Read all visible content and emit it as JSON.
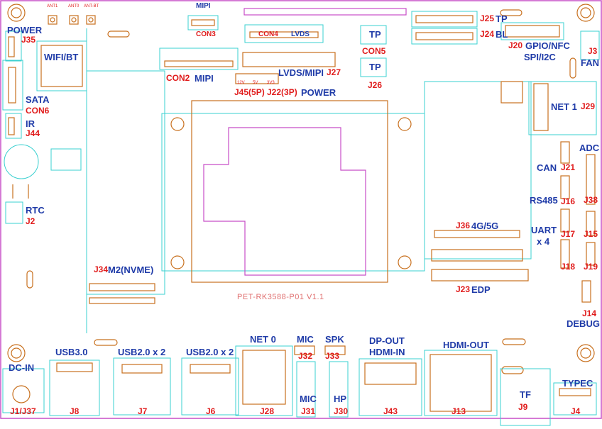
{
  "title": "PET-RK3588-P01 V1.1",
  "colors": {
    "label_blue": "#1f3ba8",
    "label_red": "#e01c1c",
    "outline": "#3ad0d0",
    "pad": "#c8701e",
    "board_edge": "#c74ec7"
  },
  "labels": {
    "ant1": "ANT1",
    "ant0": "ANT0",
    "antbt": "ANT-BT",
    "power_top": "POWER",
    "j35": "J35",
    "wifi": "WIFI/BT",
    "sata": "SATA",
    "con6": "CON6",
    "ir": "IR",
    "j44": "J44",
    "rtc": "RTC",
    "j2": "J2",
    "mipi_top": "MIPI",
    "con3": "CON3",
    "con4": "CON4",
    "lvds": "LVDS",
    "con2": "CON2",
    "mipi2": "MIPI",
    "lvds_mipi": "LVDS/MIPI",
    "j27": "J27",
    "v12": "12V",
    "v5": "5V",
    "v33": "3V3",
    "j45": "J45(5P)",
    "j22": "J22(3P)",
    "power_mid": "POWER",
    "tp1": "TP",
    "con5": "CON5",
    "tp2": "TP",
    "j26": "J26",
    "j25": "J25",
    "tp3": "TP",
    "j24": "J24",
    "bl": "BL",
    "j20": "J20",
    "gpio": "GPIO/NFC",
    "spi": "SPI/I2C",
    "j3": "J3",
    "fan": "FAN",
    "net1": "NET 1",
    "j29": "J29",
    "adc": "ADC",
    "can": "CAN",
    "j21": "J21",
    "rs485": "RS485",
    "j16": "J16",
    "j38": "J38",
    "uart": "UART",
    "x4": "x 4",
    "j17": "J17",
    "j15": "J15",
    "j18": "J18",
    "j19": "J19",
    "j14": "J14",
    "debug": "DEBUG",
    "j36": "J36",
    "g45": "4G/5G",
    "j23": "J23",
    "edp": "EDP",
    "j34": "J34",
    "m2": "M2(NVME)",
    "dcin": "DC-IN",
    "j1": "J1/J37",
    "usb30": "USB3.0",
    "j8": "J8",
    "usb20a": "USB2.0 x 2",
    "j7": "J7",
    "usb20b": "USB2.0 x 2",
    "j6": "J6",
    "net0": "NET 0",
    "j28": "J28",
    "mic1": "MIC",
    "j32": "J32",
    "spk": "SPK",
    "j33": "J33",
    "mic2": "MIC",
    "j31": "J31",
    "hp": "HP",
    "j30": "J30",
    "dpout": "DP-OUT",
    "hdmiin": "HDMI-IN",
    "j43": "J43",
    "hdmiout": "HDMI-OUT",
    "j13": "J13",
    "tf": "TF",
    "j9": "J9",
    "typec": "TYPEC",
    "j4": "J4"
  }
}
